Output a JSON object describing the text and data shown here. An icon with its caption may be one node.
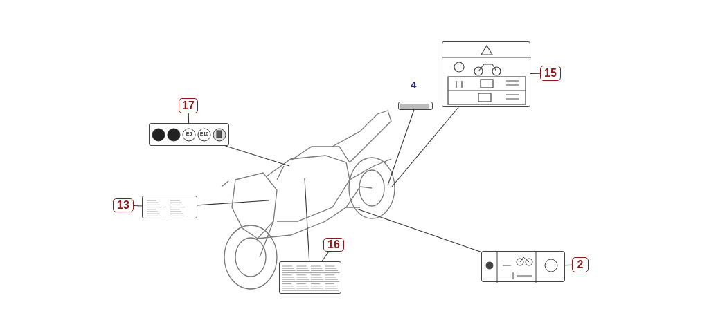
{
  "diagram": {
    "nodes": [
      {
        "text": [
          "17"
        ]
      },
      {
        "text": [
          "E5",
          "E10"
        ]
      },
      {
        "text": [
          "15"
        ]
      },
      {
        "text": [],
        "shape": "picture"
      },
      {
        "text": [],
        "shape": "picture"
      },
      {
        "text": [
          "13"
        ]
      },
      {
        "text": [],
        "shape": "picture"
      },
      {
        "text": [
          "16"
        ]
      },
      {
        "text": [],
        "shape": "picture"
      },
      {
        "text": [],
        "shape": "picture"
      },
      {
        "text": [
          "2"
        ]
      }
    ],
    "edges": [
      {
        "from": 0,
        "to": 1,
        "arrow": "none"
      },
      {
        "from": 1,
        "to": null,
        "arrow": "none"
      },
      {
        "from": 2,
        "to": 3,
        "arrow": "none"
      },
      {
        "from": 3,
        "to": null,
        "arrow": "none"
      },
      {
        "from": 4,
        "to": null,
        "arrow": "none"
      },
      {
        "from": 5,
        "to": 6,
        "arrow": "none"
      },
      {
        "from": 6,
        "to": null,
        "arrow": "none"
      },
      {
        "from": 7,
        "to": 8,
        "arrow": "none"
      },
      {
        "from": 8,
        "to": null,
        "arrow": "none"
      },
      {
        "from": 9,
        "to": null,
        "arrow": "none"
      },
      {
        "from": 10,
        "to": 9,
        "arrow": "none"
      }
    ],
    "labels": [
      "4"
    ]
  }
}
